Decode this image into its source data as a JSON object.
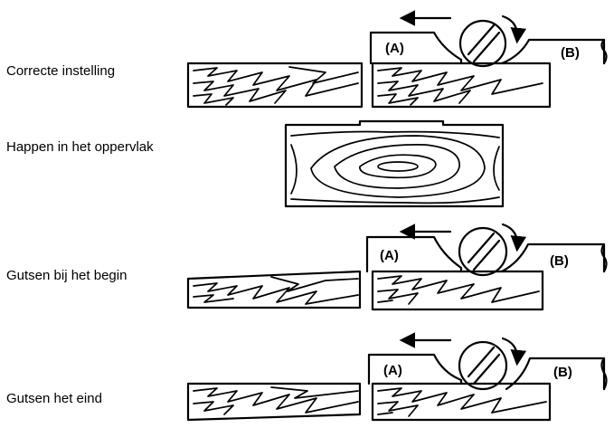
{
  "diagram": {
    "captions": [
      "Correcte instelling",
      "Happen in het oppervlak",
      "Gutsen bij het begin",
      "Gutsen het eind"
    ],
    "table_labels": {
      "infeed": "(A)",
      "outfeed": "(B)"
    },
    "colors": {
      "ink": "#000000",
      "background": "#ffffff"
    },
    "icons": [
      "rotation-arrow-icon",
      "feed-direction-arrow-icon",
      "cutterhead-icon"
    ]
  }
}
